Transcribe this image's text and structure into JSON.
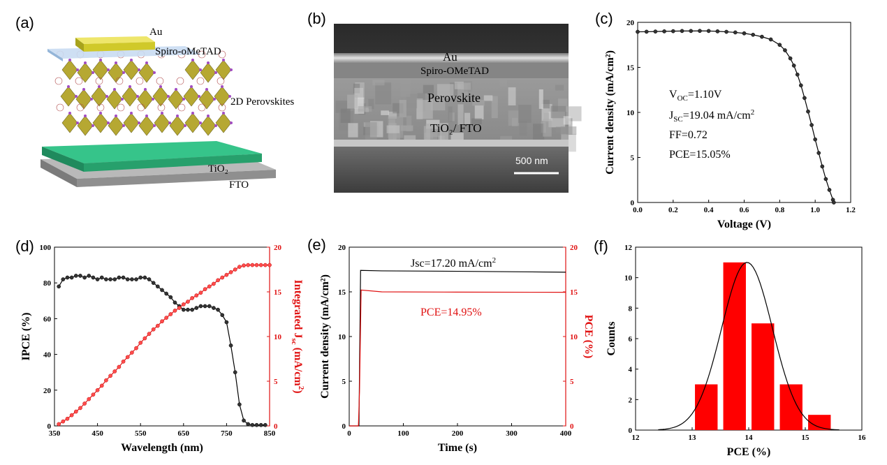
{
  "panels": {
    "a": "(a)",
    "b": "(b)",
    "c": "(c)",
    "d": "(d)",
    "e": "(e)",
    "f": "(f)"
  },
  "schematic": {
    "labels": {
      "au": "Au",
      "spiro": "Spiro-oMeTAD",
      "perov": "2D Perovskites",
      "tio2": "TiO₂",
      "fto": "FTO"
    },
    "colors": {
      "au": "#d8d223",
      "spiro": "#b9d4ee",
      "octa": "#b6a832",
      "tio2": "#2fae78",
      "fto": "#9a9a9a",
      "atom": "#a24cc2"
    }
  },
  "sem": {
    "labels": {
      "au": "Au",
      "spiro": "Spiro-OMeTAD",
      "perov": "Perovskite",
      "tio2": "TiO₂/ FTO",
      "scale": "500 nm"
    }
  },
  "chart_data": [
    {
      "id": "c",
      "type": "scatter",
      "xlabel": "Voltage (V)",
      "ylabel": "Current density (mA/cm²)",
      "xlim": [
        0.0,
        1.2
      ],
      "ylim": [
        0,
        20
      ],
      "xticks": [
        "0.0",
        "0.2",
        "0.4",
        "0.6",
        "0.8",
        "1.0",
        "1.2"
      ],
      "yticks": [
        "0",
        "5",
        "10",
        "15",
        "20"
      ],
      "series": [
        {
          "color": "#000000",
          "x": [
            0,
            0.05,
            0.1,
            0.15,
            0.2,
            0.25,
            0.3,
            0.35,
            0.4,
            0.45,
            0.5,
            0.55,
            0.6,
            0.65,
            0.7,
            0.75,
            0.8,
            0.83,
            0.86,
            0.88,
            0.9,
            0.92,
            0.94,
            0.96,
            0.98,
            1.0,
            1.02,
            1.04,
            1.06,
            1.08,
            1.1,
            1.105
          ],
          "y": [
            18.95,
            18.96,
            18.98,
            19.0,
            19.02,
            19.04,
            19.04,
            19.05,
            19.04,
            19.0,
            18.95,
            18.88,
            18.78,
            18.62,
            18.4,
            18.1,
            17.5,
            16.9,
            16.0,
            15.2,
            14.2,
            13.0,
            11.6,
            10.1,
            8.6,
            7.0,
            5.5,
            4.0,
            2.6,
            1.4,
            0.3,
            0.0
          ]
        }
      ],
      "annotations": [
        "V",
        "OC",
        "=1.10V",
        "J",
        "SC",
        "=19.04 mA/cm",
        "2",
        "FF=0.72",
        "PCE=15.05%"
      ]
    },
    {
      "id": "d",
      "type": "line",
      "xlabel": "Wavelength (nm)",
      "ylabel": "IPCE (%)",
      "ylabel2": "Integrated J",
      "ylabel2_sub": "sc",
      "ylabel2_tail": " (mA/cm",
      "ylabel2_sup": "2",
      "ylabel2_end": ")",
      "xlim": [
        350,
        850
      ],
      "ylim": [
        0,
        100
      ],
      "ylim2": [
        0,
        20
      ],
      "xticks": [
        "350",
        "450",
        "550",
        "650",
        "750",
        "850"
      ],
      "yticks": [
        "0",
        "20",
        "40",
        "60",
        "80",
        "100"
      ],
      "yticks2": [
        "0",
        "5",
        "10",
        "15",
        "20"
      ],
      "series": [
        {
          "color": "#000000",
          "axis": "left",
          "x": [
            360,
            370,
            380,
            390,
            400,
            410,
            420,
            430,
            440,
            450,
            460,
            470,
            480,
            490,
            500,
            510,
            520,
            530,
            540,
            550,
            560,
            570,
            580,
            590,
            600,
            610,
            620,
            630,
            640,
            650,
            660,
            670,
            680,
            690,
            700,
            710,
            720,
            730,
            740,
            750,
            760,
            770,
            780,
            790,
            800,
            810,
            820,
            830,
            840
          ],
          "y": [
            78,
            82,
            83,
            83,
            84,
            84,
            83,
            84,
            83,
            82,
            83,
            82,
            82,
            82,
            83,
            83,
            82,
            82,
            82,
            83,
            83,
            82,
            80,
            78,
            76,
            74,
            72,
            69,
            67,
            65,
            65,
            65,
            66,
            67,
            67,
            67,
            66,
            65,
            62,
            58,
            45,
            30,
            12,
            3,
            1,
            0.5,
            0.5,
            0.5,
            0.5
          ]
        },
        {
          "color": "#e01010",
          "axis": "right",
          "x": [
            360,
            370,
            380,
            390,
            400,
            410,
            420,
            430,
            440,
            450,
            460,
            470,
            480,
            490,
            500,
            510,
            520,
            530,
            540,
            550,
            560,
            570,
            580,
            590,
            600,
            610,
            620,
            630,
            640,
            650,
            660,
            670,
            680,
            690,
            700,
            710,
            720,
            730,
            740,
            750,
            760,
            770,
            780,
            790,
            800,
            810,
            820,
            830,
            840,
            850
          ],
          "y": [
            0.2,
            0.5,
            0.8,
            1.2,
            1.6,
            2.0,
            2.5,
            3.0,
            3.5,
            4.0,
            4.5,
            5.1,
            5.6,
            6.1,
            6.6,
            7.2,
            7.7,
            8.2,
            8.7,
            9.3,
            9.8,
            10.3,
            10.8,
            11.2,
            11.7,
            12.1,
            12.5,
            12.9,
            13.2,
            13.6,
            13.9,
            14.3,
            14.6,
            14.9,
            15.3,
            15.6,
            15.9,
            16.3,
            16.6,
            16.9,
            17.2,
            17.5,
            17.8,
            17.95,
            18.0,
            18.0,
            18.0,
            18.0,
            18.0,
            18.0
          ]
        }
      ]
    },
    {
      "id": "e",
      "type": "line",
      "xlabel": "Time (s)",
      "ylabel": "Current density (mA/cm²)",
      "ylabel2": "PCE (%)",
      "xlim": [
        0,
        400
      ],
      "ylim": [
        0,
        20
      ],
      "ylim2": [
        0,
        20
      ],
      "xticks": [
        "0",
        "100",
        "200",
        "300",
        "400"
      ],
      "yticks": [
        "0",
        "5",
        "10",
        "15",
        "20"
      ],
      "yticks2": [
        "0",
        "5",
        "10",
        "15",
        "20"
      ],
      "series": [
        {
          "color": "#000000",
          "axis": "left",
          "x": [
            0,
            18,
            21,
            60,
            200,
            400
          ],
          "y": [
            0,
            0,
            17.4,
            17.35,
            17.3,
            17.2
          ]
        },
        {
          "color": "#e01010",
          "axis": "right",
          "x": [
            0,
            17,
            19,
            22,
            60,
            200,
            400
          ],
          "y": [
            0,
            0,
            3.8,
            15.2,
            15.0,
            14.97,
            14.95
          ]
        }
      ],
      "annotations": [
        "Jsc=17.20 mA/cm",
        "2",
        "PCE=14.95%"
      ]
    },
    {
      "id": "f",
      "type": "bar",
      "xlabel": "PCE (%)",
      "ylabel": "Counts",
      "xlim": [
        12,
        16
      ],
      "ylim": [
        0,
        12
      ],
      "xticks": [
        "12",
        "13",
        "14",
        "15",
        "16"
      ],
      "yticks": [
        "0",
        "2",
        "4",
        "6",
        "8",
        "10",
        "12"
      ],
      "bar_color": "#ff0000",
      "bins": [
        {
          "center": 13.25,
          "count": 3
        },
        {
          "center": 13.75,
          "count": 11
        },
        {
          "center": 14.25,
          "count": 7
        },
        {
          "center": 14.75,
          "count": 3
        },
        {
          "center": 15.25,
          "count": 1
        }
      ],
      "bin_width": 0.4,
      "gauss": {
        "mean": 13.97,
        "sigma": 0.45,
        "amp": 11.0,
        "from": 12.4,
        "to": 15.6
      }
    }
  ]
}
